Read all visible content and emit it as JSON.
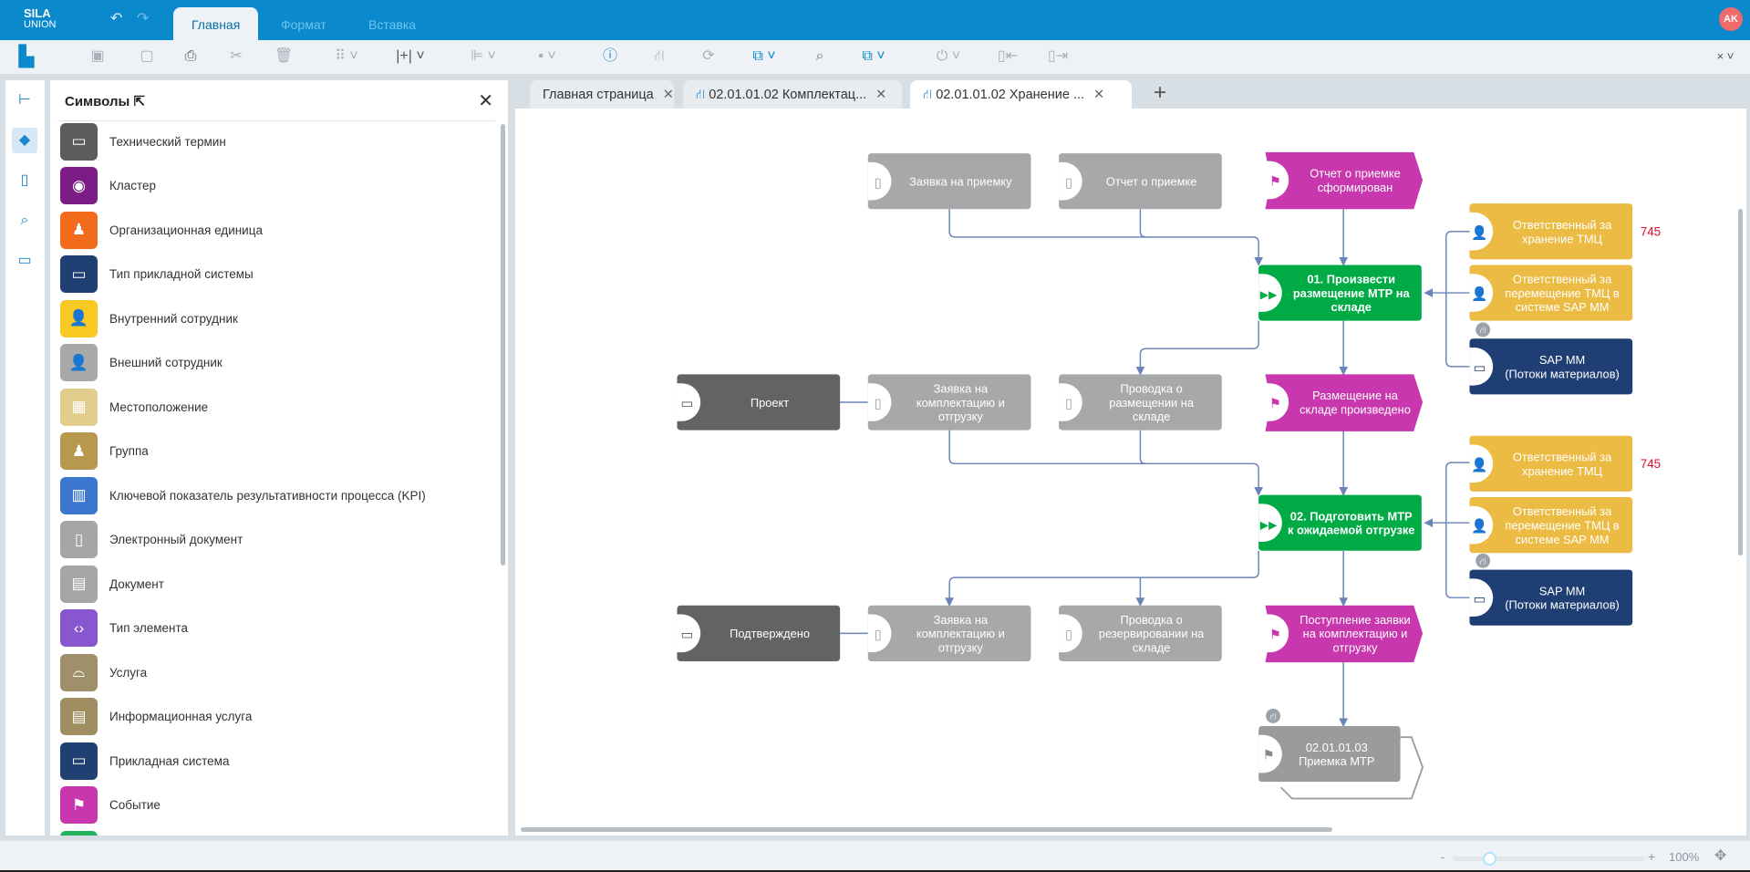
{
  "header": {
    "logo_line1": "SILA",
    "logo_line2": "UNION",
    "tabs": [
      "Главная",
      "Формат",
      "Вставка"
    ],
    "active_tab": 0,
    "avatar": "AK"
  },
  "toolbar": {
    "close_label": "×"
  },
  "symbols": {
    "title": "Символы",
    "items": [
      {
        "label": "Технический термин",
        "color": "#5c5c5c",
        "icon": "tag-icon",
        "glyph": "▭"
      },
      {
        "label": "Кластер",
        "color": "#7b1c87",
        "icon": "cluster-icon",
        "glyph": "◉"
      },
      {
        "label": "Организационная единица",
        "color": "#f26a1b",
        "icon": "org-unit-icon",
        "glyph": "♟"
      },
      {
        "label": "Тип прикладной системы",
        "color": "#203f72",
        "icon": "app-system-type-icon",
        "glyph": "▭"
      },
      {
        "label": "Внутренний сотрудник",
        "color": "#f9c923",
        "icon": "person-icon",
        "glyph": "👤"
      },
      {
        "label": "Внешний сотрудник",
        "color": "#a8a8a8",
        "icon": "person-icon",
        "glyph": "👤"
      },
      {
        "label": "Местоположение",
        "color": "#e1cd8c",
        "icon": "building-icon",
        "glyph": "▦"
      },
      {
        "label": "Группа",
        "color": "#b8984f",
        "icon": "group-icon",
        "glyph": "♟"
      },
      {
        "label": "Ключевой показатель результативности процесса (KPI)",
        "color": "#3b77d0",
        "icon": "kpi-icon",
        "glyph": "▥"
      },
      {
        "label": "Электронный документ",
        "color": "#a6a6a6",
        "icon": "e-document-icon",
        "glyph": "▯"
      },
      {
        "label": "Документ",
        "color": "#a6a6a6",
        "icon": "document-icon",
        "glyph": "▤"
      },
      {
        "label": "Тип элемента",
        "color": "#8857d0",
        "icon": "code-icon",
        "glyph": "‹›"
      },
      {
        "label": "Услуга",
        "color": "#a0906a",
        "icon": "service-icon",
        "glyph": "⌓"
      },
      {
        "label": "Информационная услуга",
        "color": "#a08e62",
        "icon": "info-service-icon",
        "glyph": "▤"
      },
      {
        "label": "Прикладная система",
        "color": "#203f72",
        "icon": "app-system-icon",
        "glyph": "▭"
      },
      {
        "label": "Событие",
        "color": "#c837ad",
        "icon": "flag-icon",
        "glyph": "⚑"
      },
      {
        "label": "",
        "color": "#1fb25a",
        "icon": "process-icon",
        "glyph": ""
      }
    ]
  },
  "doc_tabs": [
    {
      "label": "Главная страница",
      "icon": false
    },
    {
      "label": "02.01.01.02 Комплектац...",
      "icon": true
    },
    {
      "label": "02.01.01.02 Хранение ...",
      "icon": true
    }
  ],
  "diagram": {
    "colors": {
      "document": "#a6a8aa",
      "event": "#c837ad",
      "function": "#00aa45",
      "role": "#ebbb44",
      "system": "#1f3f74",
      "term": "#636363",
      "interface": "#9b9b9b",
      "connector": "#6b84b8",
      "badge_text": "#e0102a"
    },
    "nodes": [
      {
        "id": "n1",
        "type": "document",
        "lines": [
          "Заявка на приемку"
        ]
      },
      {
        "id": "n2",
        "type": "document",
        "lines": [
          "Отчет о приемке"
        ]
      },
      {
        "id": "n3",
        "type": "event",
        "lines": [
          "Отчет о приемке",
          "сформирован"
        ]
      },
      {
        "id": "n4",
        "type": "role",
        "lines": [
          "Ответственный за",
          "хранение ТМЦ"
        ],
        "badge": "745"
      },
      {
        "id": "n5",
        "type": "role",
        "lines": [
          "Ответственный за",
          "перемещение ТМЦ в",
          "системе SAP MM"
        ]
      },
      {
        "id": "n6",
        "type": "system",
        "lines": [
          "SAP MM",
          "(Потоки материалов)"
        ]
      },
      {
        "id": "n7",
        "type": "function",
        "lines": [
          "01. Произвести",
          "размещение МТР на",
          "складе"
        ]
      },
      {
        "id": "n8",
        "type": "term",
        "lines": [
          "Проект"
        ]
      },
      {
        "id": "n9",
        "type": "document",
        "lines": [
          "Заявка на",
          "комплектацию и",
          "отгрузку"
        ]
      },
      {
        "id": "n10",
        "type": "document",
        "lines": [
          "Проводка о",
          "размещении на",
          "складе"
        ]
      },
      {
        "id": "n11",
        "type": "event",
        "lines": [
          "Размещение на",
          "складе произведено"
        ]
      },
      {
        "id": "n12",
        "type": "role",
        "lines": [
          "Ответственный за",
          "хранение ТМЦ"
        ],
        "badge": "745"
      },
      {
        "id": "n13",
        "type": "role",
        "lines": [
          "Ответственный за",
          "перемещение ТМЦ в",
          "системе SAP MM"
        ]
      },
      {
        "id": "n14",
        "type": "system",
        "lines": [
          "SAP MM",
          "(Потоки материалов)"
        ]
      },
      {
        "id": "n15",
        "type": "function",
        "lines": [
          "02. Подготовить МТР",
          "к ожидаемой отгрузке"
        ]
      },
      {
        "id": "n16",
        "type": "term",
        "lines": [
          "Подтверждено"
        ]
      },
      {
        "id": "n17",
        "type": "document",
        "lines": [
          "Заявка на",
          "комплектацию и",
          "отгрузку"
        ]
      },
      {
        "id": "n18",
        "type": "document",
        "lines": [
          "Проводка о",
          "резервировании на",
          "складе"
        ]
      },
      {
        "id": "n19",
        "type": "event",
        "lines": [
          "Поступление заявки",
          "на комплектацию и",
          "отгрузку"
        ]
      },
      {
        "id": "n20",
        "type": "interface",
        "lines": [
          "02.01.01.03",
          "Приемка МТР"
        ]
      }
    ]
  },
  "status": {
    "zoom_minus": "-",
    "zoom_plus": "+",
    "zoom": "100%",
    "zoom_fraction": 0.19
  }
}
